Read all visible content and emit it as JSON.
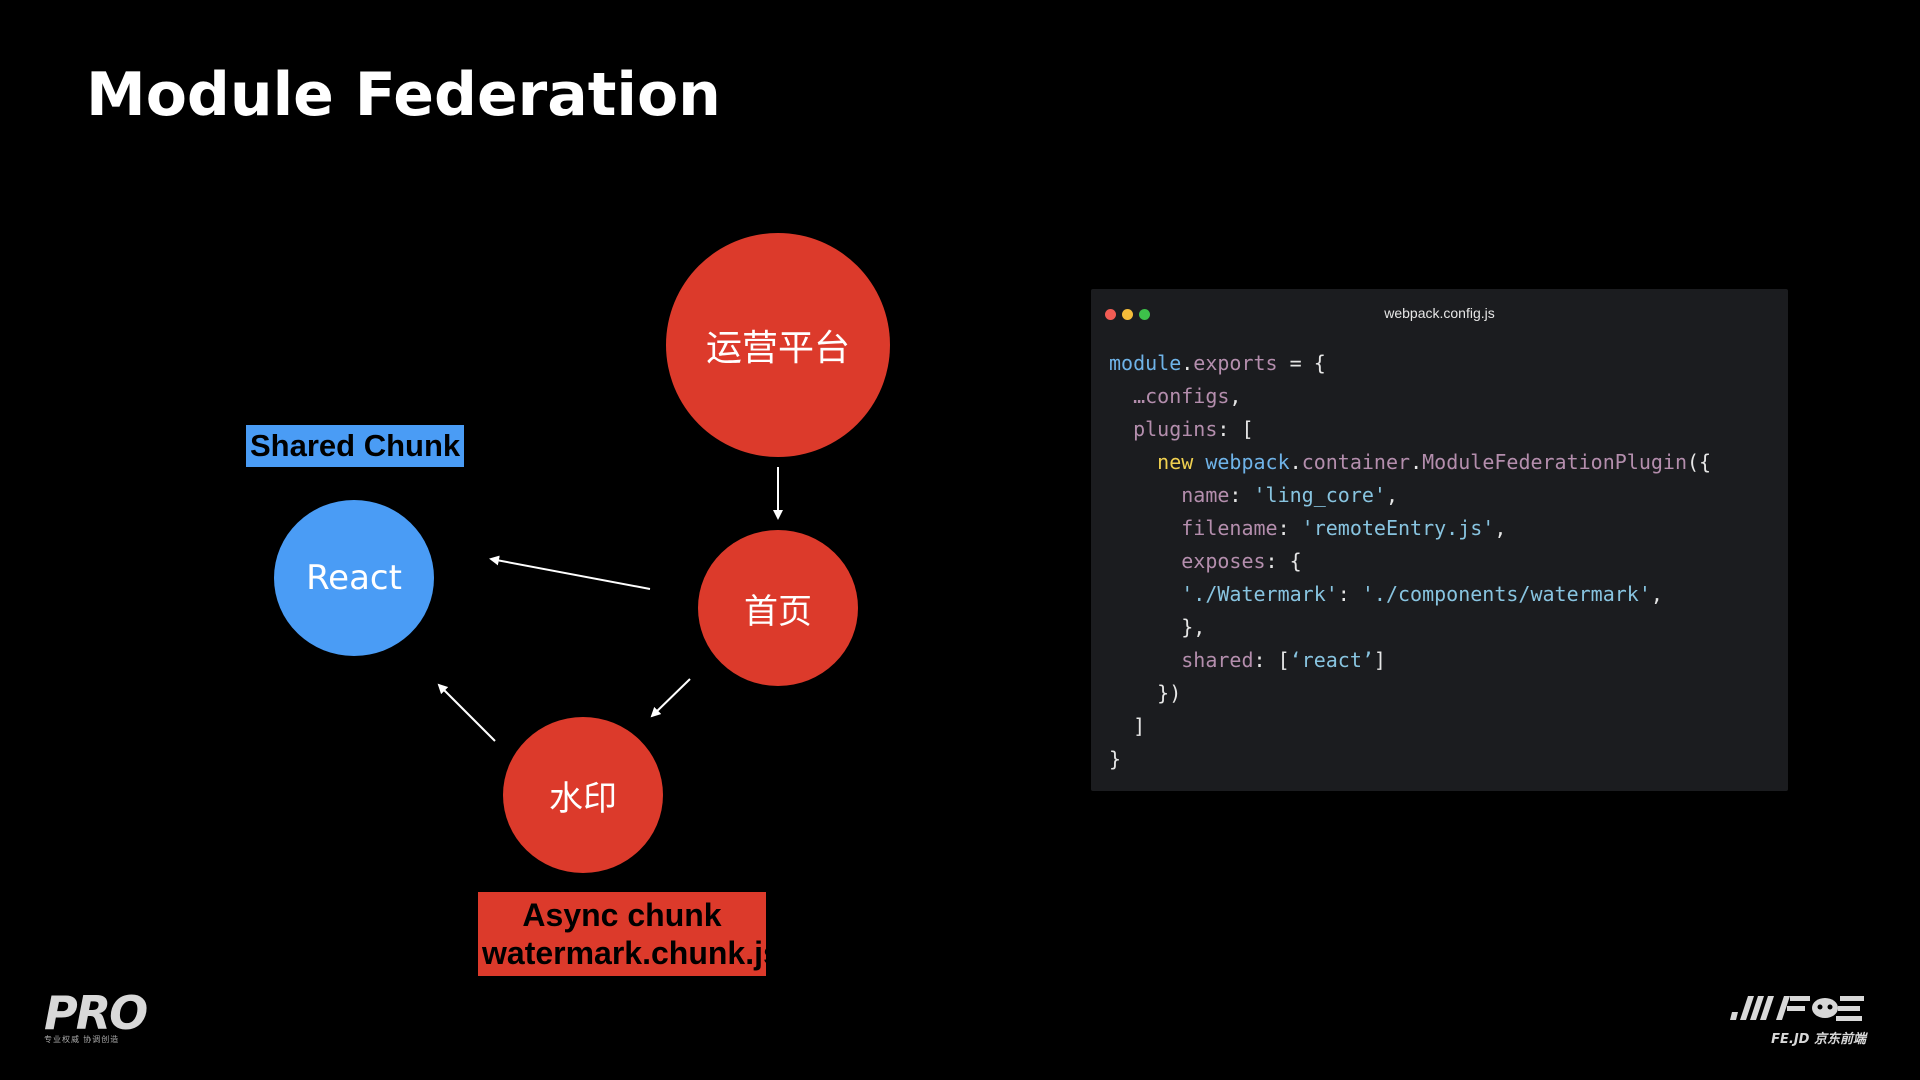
{
  "slide": {
    "title": "Module Federation"
  },
  "diagram": {
    "nodes": {
      "platform": "运营平台",
      "home": "首页",
      "react": "React",
      "watermark": "水印"
    },
    "tags": {
      "shared": "Shared Chunk",
      "async_line1": "Async chunk",
      "async_line2": "watermark.chunk.js"
    },
    "colors": {
      "red_node": "#dc3a2b",
      "blue_node": "#4a9cf5"
    }
  },
  "code_window": {
    "filename": "webpack.config.js",
    "lines": [
      {
        "indent": "",
        "tokens": [
          [
            "var",
            "module"
          ],
          [
            "plain",
            "."
          ],
          [
            "prop",
            "exports"
          ],
          [
            "plain",
            " = {"
          ]
        ]
      },
      {
        "indent": "  ",
        "tokens": [
          [
            "prop",
            "…configs"
          ],
          [
            "plain",
            ","
          ]
        ]
      },
      {
        "indent": "  ",
        "tokens": [
          [
            "prop",
            "plugins"
          ],
          [
            "plain",
            ": ["
          ]
        ]
      },
      {
        "indent": "    ",
        "tokens": [
          [
            "new",
            "new "
          ],
          [
            "var",
            "webpack"
          ],
          [
            "plain",
            "."
          ],
          [
            "prop",
            "container"
          ],
          [
            "plain",
            "."
          ],
          [
            "prop",
            "ModuleFederationPlugin"
          ],
          [
            "plain",
            "({"
          ]
        ]
      },
      {
        "indent": "      ",
        "tokens": [
          [
            "prop",
            "name"
          ],
          [
            "plain",
            ": "
          ],
          [
            "str",
            "'ling_core'"
          ],
          [
            "plain",
            ","
          ]
        ]
      },
      {
        "indent": "      ",
        "tokens": [
          [
            "prop",
            "filename"
          ],
          [
            "plain",
            ": "
          ],
          [
            "str",
            "'remoteEntry.js'"
          ],
          [
            "plain",
            ","
          ]
        ]
      },
      {
        "indent": "      ",
        "tokens": [
          [
            "prop",
            "exposes"
          ],
          [
            "plain",
            ": {"
          ]
        ]
      },
      {
        "indent": "      ",
        "tokens": [
          [
            "str",
            "'./Watermark'"
          ],
          [
            "plain",
            ": "
          ],
          [
            "str",
            "'./components/watermark'"
          ],
          [
            "plain",
            ","
          ]
        ]
      },
      {
        "indent": "      ",
        "tokens": [
          [
            "plain",
            "},"
          ]
        ]
      },
      {
        "indent": "      ",
        "tokens": [
          [
            "prop",
            "shared"
          ],
          [
            "plain",
            ": ["
          ],
          [
            "str",
            "‘react’"
          ],
          [
            "plain",
            "]"
          ]
        ]
      },
      {
        "indent": "    ",
        "tokens": [
          [
            "plain",
            "})"
          ]
        ]
      },
      {
        "indent": "  ",
        "tokens": [
          [
            "plain",
            "]"
          ]
        ]
      },
      {
        "indent": "",
        "tokens": [
          [
            "plain",
            "}"
          ]
        ]
      }
    ]
  },
  "logos": {
    "left": "PRO",
    "left_sub": "专业权威 协调创造",
    "right_sub": "FE.JD 京东前端"
  }
}
